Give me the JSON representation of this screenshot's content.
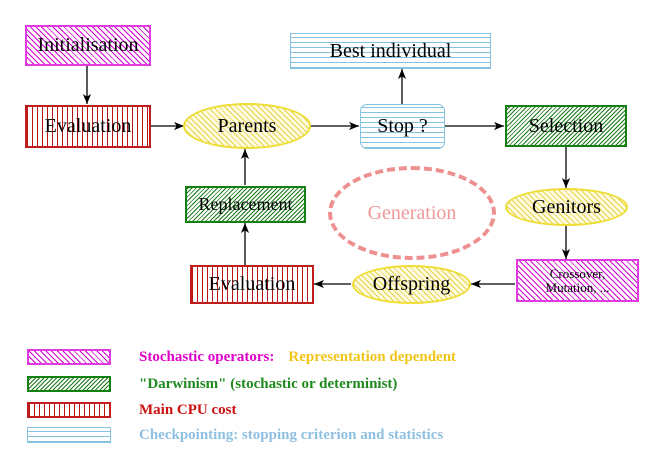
{
  "diagram": {
    "title": "Evolutionary Algorithm Cycle",
    "nodes": {
      "initialisation": {
        "label": "Initialisation",
        "shape": "rect",
        "fill": "stochastic-operators",
        "color": "#e03ae0"
      },
      "evaluation_top": {
        "label": "Evaluation",
        "shape": "rect",
        "fill": "main-cpu-cost",
        "color": "#c01c1c"
      },
      "parents": {
        "label": "Parents",
        "shape": "ellipse",
        "fill": "representation-dependent",
        "color": "#eedd33"
      },
      "best_individual": {
        "label": "Best individual",
        "shape": "rect",
        "fill": "checkpointing",
        "color": "#86c2e0"
      },
      "stop": {
        "label": "Stop ?",
        "shape": "rounded-rect",
        "fill": "checkpointing",
        "color": "#86c2e0"
      },
      "selection": {
        "label": "Selection",
        "shape": "rect",
        "fill": "darwinism",
        "color": "#148014"
      },
      "genitors": {
        "label": "Genitors",
        "shape": "ellipse",
        "fill": "representation-dependent",
        "color": "#eedd33"
      },
      "crossover_mutation": {
        "label_line1": "Crossover,",
        "label_line2": "Mutation, ...",
        "shape": "rect",
        "fill": "stochastic-operators",
        "color": "#e03ae0"
      },
      "offspring": {
        "label": "Offspring",
        "shape": "ellipse",
        "fill": "representation-dependent",
        "color": "#eedd33"
      },
      "evaluation_bottom": {
        "label": "Evaluation",
        "shape": "rect",
        "fill": "main-cpu-cost",
        "color": "#c01c1c"
      },
      "replacement": {
        "label": "Replacement",
        "shape": "rect",
        "fill": "darwinism",
        "color": "#148014"
      },
      "generation": {
        "label": "Generation",
        "shape": "dashed-ellipse",
        "color": "#ee9090"
      }
    },
    "edges": [
      {
        "from": "initialisation",
        "to": "evaluation_top",
        "direction": "down"
      },
      {
        "from": "evaluation_top",
        "to": "parents",
        "direction": "right"
      },
      {
        "from": "parents",
        "to": "stop",
        "direction": "right"
      },
      {
        "from": "stop",
        "to": "best_individual",
        "direction": "up"
      },
      {
        "from": "stop",
        "to": "selection",
        "direction": "right"
      },
      {
        "from": "selection",
        "to": "genitors",
        "direction": "down"
      },
      {
        "from": "genitors",
        "to": "crossover_mutation",
        "direction": "down"
      },
      {
        "from": "crossover_mutation",
        "to": "offspring",
        "direction": "left"
      },
      {
        "from": "offspring",
        "to": "evaluation_bottom",
        "direction": "left"
      },
      {
        "from": "evaluation_bottom",
        "to": "replacement",
        "direction": "up"
      },
      {
        "from": "replacement",
        "to": "parents",
        "direction": "up"
      }
    ]
  },
  "legend": {
    "rows": [
      {
        "swatch": "magenta-diagonal-hatch",
        "text": "Stochastic operators:",
        "text2": "Representation dependent"
      },
      {
        "swatch": "green-diagonal-hatch",
        "text": "\"Darwinism\" (stochastic or determinist)",
        "text2": ""
      },
      {
        "swatch": "red-vertical-hatch",
        "text": "Main CPU cost",
        "text2": ""
      },
      {
        "swatch": "blue-horizontal-hatch",
        "text": "Checkpointing: stopping criterion and statistics",
        "text2": ""
      }
    ]
  }
}
